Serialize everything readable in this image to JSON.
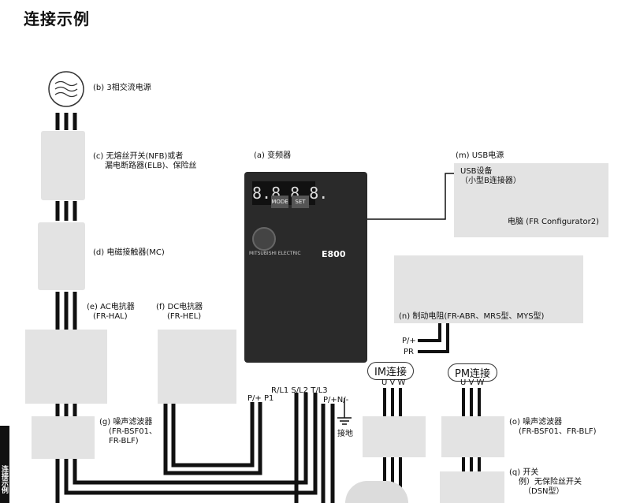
{
  "title": "连接示例",
  "power_source": {
    "label": "(b) 3相交流电源"
  },
  "breaker": {
    "label_line1": "(c) 无熔丝开关(NFB)或者",
    "label_line2": "漏电断路器(ELB)、保险丝"
  },
  "contactor": {
    "label": "(d) 电磁接触器(MC)"
  },
  "ac_reactor": {
    "label_line1": "(e) AC电抗器",
    "label_line2": "(FR-HAL)"
  },
  "dc_reactor": {
    "label_line1": "(f) DC电抗器",
    "label_line2": "(FR-HEL)"
  },
  "noise_filter_g": {
    "label_line1": "(g) 噪声滤波器",
    "label_line2": "(FR-BSF01、",
    "label_line3": "FR-BLF)"
  },
  "inverter": {
    "label": "(a) 变频器",
    "model": "E800",
    "brand": "MITSUBISHI ELECTRIC",
    "display": "8.8.8.8.",
    "buttons": [
      "MODE",
      "SET"
    ],
    "terminals": {
      "p1": "P/+ P1",
      "rst": "R/L1 S/L2 T/L3",
      "pn": "P/+N/-",
      "ground": "接地"
    }
  },
  "usb": {
    "label": "(m) USB电源",
    "device_line1": "USB设备",
    "device_line2": "（小型B连接器）",
    "pc_label": "电脑 (FR Configurator2)"
  },
  "brake_resistor": {
    "label": "(n) 制动电阻(FR-ABR、MRS型、MYS型)",
    "p_label": "P/+",
    "pr_label": "PR"
  },
  "im": {
    "badge": "IM连接",
    "uvw": "U V W"
  },
  "pm": {
    "badge": "PM连接",
    "uvw": "U V W"
  },
  "noise_filter_o": {
    "label_line1": "(o) 噪声滤波器",
    "label_line2": "(FR-BSF01、FR-BLF)"
  },
  "switch_q": {
    "label_line1": "(q) 开关",
    "label_line2": "例）无保险丝开关",
    "label_line3": "（DSN型）"
  },
  "side_tab": {
    "text": "连接示例"
  }
}
